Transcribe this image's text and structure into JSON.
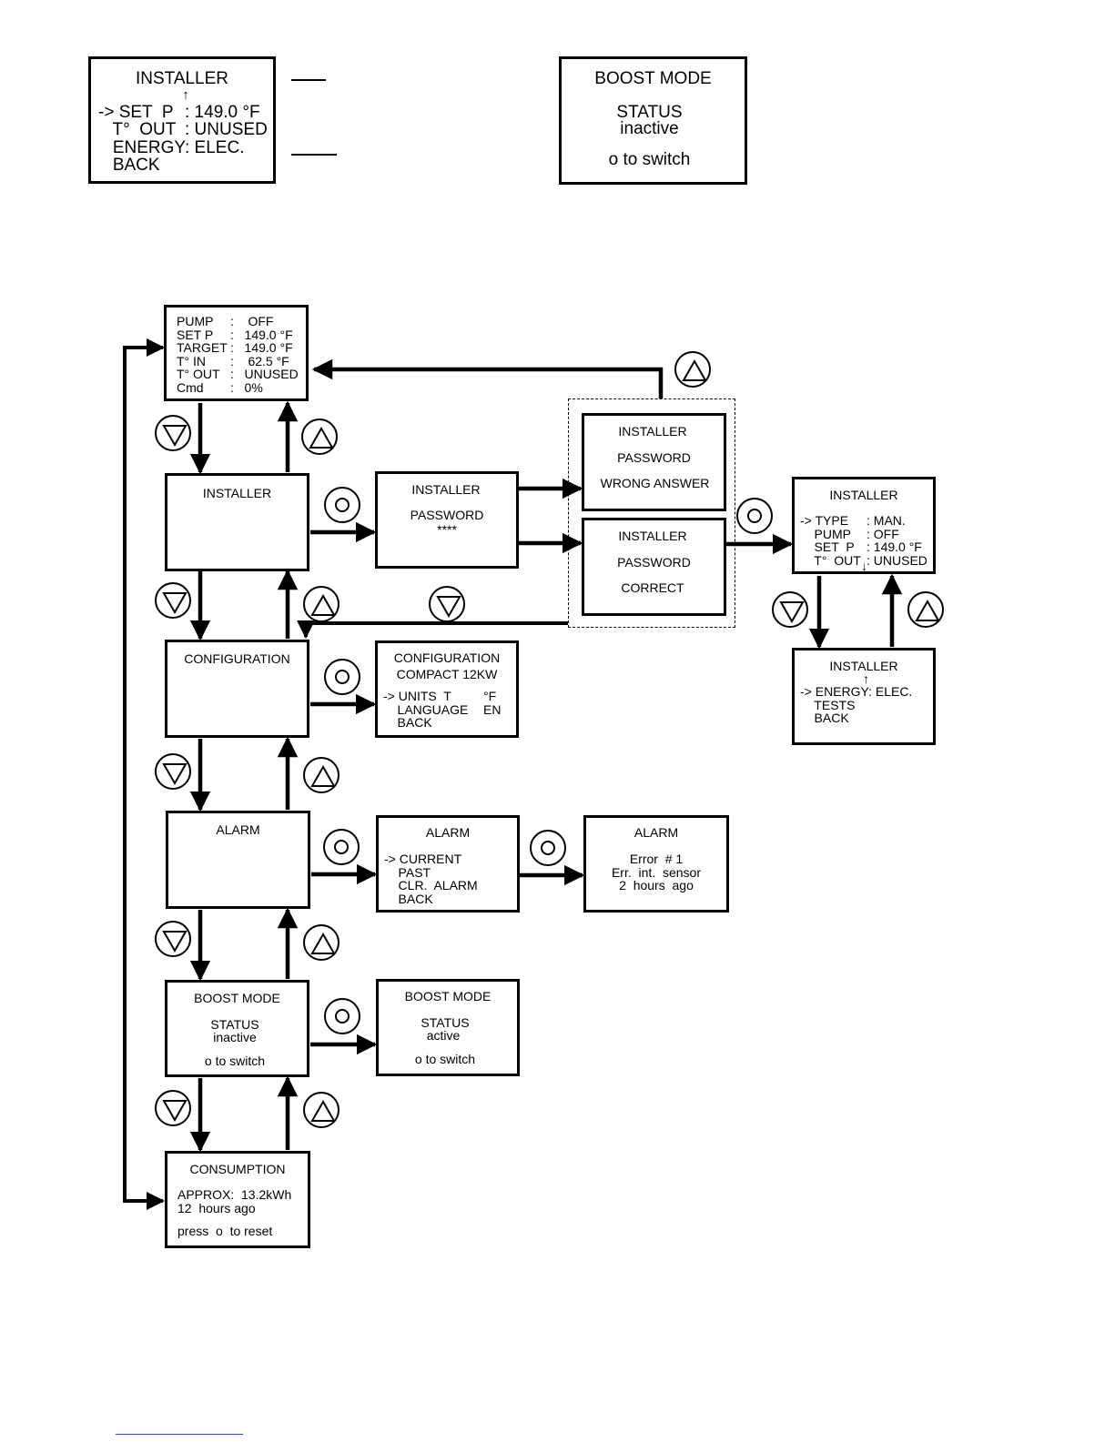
{
  "legend": {
    "installer": {
      "title": "INSTALLER",
      "up_arrow": "↑",
      "labels": "-> SET  P\n   T°  OUT\n   ENERGY\n   BACK",
      "values": ": 149.0 °F\n: UNUSED\n: ELEC."
    },
    "boost": {
      "title": "BOOST MODE",
      "status": "STATUS",
      "state": "inactive",
      "hint": "o to switch"
    }
  },
  "main": {
    "labels": "PUMP\nSET P\nTARGET\nT° IN\nT° OUT\nCmd",
    "values": ":    OFF\n:   149.0 °F\n:   149.0 °F\n:    62.5 °F\n:   UNUSED\n:   0%"
  },
  "installer_menu": {
    "title": "INSTALLER"
  },
  "password_entry": {
    "title": "INSTALLER",
    "label": "PASSWORD",
    "mask": "****"
  },
  "password_wrong": {
    "title": "INSTALLER",
    "label": "PASSWORD",
    "result": "WRONG ANSWER"
  },
  "password_correct": {
    "title": "INSTALLER",
    "label": "PASSWORD",
    "result": "CORRECT"
  },
  "installer_page1": {
    "title": "INSTALLER",
    "labels": "-> TYPE\n    PUMP\n    SET  P\n    T°  OUT",
    "values": ": MAN.\n: OFF\n: 149.0 °F\n: UNUSED",
    "down_arrow": "↓"
  },
  "installer_page2": {
    "title": "INSTALLER",
    "up_arrow": "↑",
    "lines": "-> ENERGY: ELEC.\n    TESTS\n    BACK"
  },
  "configuration_menu": {
    "title": "CONFIGURATION"
  },
  "configuration_detail": {
    "title": "CONFIGURATION",
    "model": "COMPACT 12KW",
    "labels": "-> UNITS  T\n    LANGUAGE\n    BACK",
    "values": "°F\nEN"
  },
  "alarm_menu": {
    "title": "ALARM"
  },
  "alarm_list": {
    "title": "ALARM",
    "lines": "-> CURRENT\n    PAST\n    CLR.  ALARM\n    BACK"
  },
  "alarm_detail": {
    "title": "ALARM",
    "lines": "Error  # 1\nErr.  int.  sensor\n2  hours  ago"
  },
  "boost_menu": {
    "title": "BOOST MODE",
    "status": "STATUS",
    "state": "inactive",
    "hint": "o to switch"
  },
  "boost_active": {
    "title": "BOOST MODE",
    "status": "STATUS",
    "state": "active",
    "hint": "o to switch"
  },
  "consumption": {
    "title": "CONSUMPTION",
    "lines": "APPROX:  13.2kWh\n12  hours ago",
    "hint": "press  o  to reset"
  }
}
